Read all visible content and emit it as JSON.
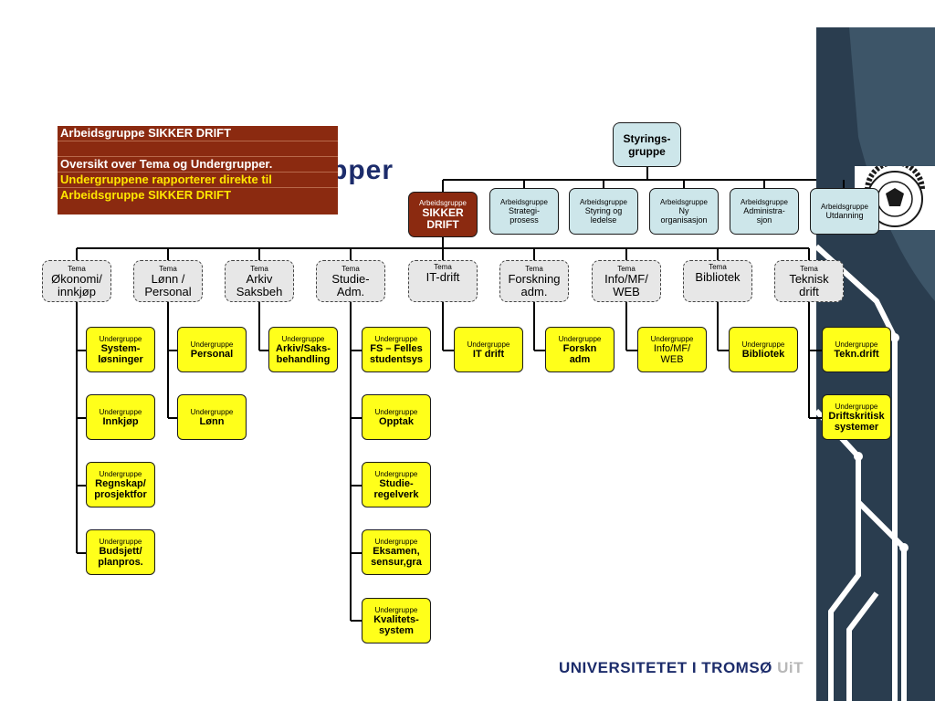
{
  "infobox": {
    "lines": [
      "Arbeidsgruppe SIKKER DRIFT",
      "",
      "Oversikt over Tema og Undergrupper.",
      "Undergruppene rapporterer direkte til",
      "Arbeidsgruppe SIKKER DRIFT"
    ]
  },
  "partial_title": "pper",
  "steering": {
    "label": "Styrings-\ngruppe"
  },
  "arbeidsgrupper": [
    {
      "caption": "Arbeidsgruppe",
      "label": "SIKKER\nDRIFT"
    },
    {
      "caption": "Arbeidsgruppe",
      "label": "Strategi-\nprosess"
    },
    {
      "caption": "Arbeidsgruppe",
      "label": "Styring og\nledelse"
    },
    {
      "caption": "Arbeidsgruppe",
      "label": "Ny\norganisasjon"
    },
    {
      "caption": "Arbeidsgruppe",
      "label": "Administra-\nsjon"
    },
    {
      "caption": "Arbeidsgruppe",
      "label": "Utdanning"
    }
  ],
  "temaer": [
    {
      "caption": "Tema",
      "label": "Økonomi/\ninnkjøp"
    },
    {
      "caption": "Tema",
      "label": "Lønn /\nPersonal"
    },
    {
      "caption": "Tema",
      "label": "Arkiv\nSaksbeh"
    },
    {
      "caption": "Tema",
      "label": "Studie-\nAdm."
    },
    {
      "caption": "Tema",
      "label": "IT-drift"
    },
    {
      "caption": "Tema",
      "label": "Forskning\nadm."
    },
    {
      "caption": "Tema",
      "label": "Info/MF/\nWEB"
    },
    {
      "caption": "Tema",
      "label": "Bibliotek"
    },
    {
      "caption": "Tema",
      "label": "Teknisk\ndrift"
    }
  ],
  "undergrupper": {
    "caption": "Undergruppe",
    "okonomi": [
      "System-\nløsninger",
      "Innkjøp",
      "Regnskap/\nprosjektfor",
      "Budsjett/\nplanpros."
    ],
    "lonn": [
      "Personal",
      "Lønn"
    ],
    "arkiv": [
      "Arkiv/Saks-\nbehandling"
    ],
    "studie": [
      "FS – Felles\nstudentsys",
      "Opptak",
      "Studie-\nregelverk",
      "Eksamen,\nsensur,gra",
      "Kvalitets-\nsystem"
    ],
    "it": [
      "IT drift"
    ],
    "forskning": [
      "Forskn\nadm"
    ],
    "info": [
      "Info/MF/\nWEB"
    ],
    "bibliotek": [
      "Bibliotek"
    ],
    "teknisk": [
      "Tekn.drift",
      "Driftskritisk\nsystemer"
    ]
  },
  "footer": {
    "main": "UNIVERSITETET I TROMSØ",
    "short": "UiT"
  },
  "colors": {
    "dark_red": "#8b2a10",
    "light_blue": "#cde6ea",
    "yellow": "#ffff1a",
    "tema_gray": "#e7e7e7",
    "navy": "#1c2c6b",
    "info_yellow": "#ffe600"
  }
}
